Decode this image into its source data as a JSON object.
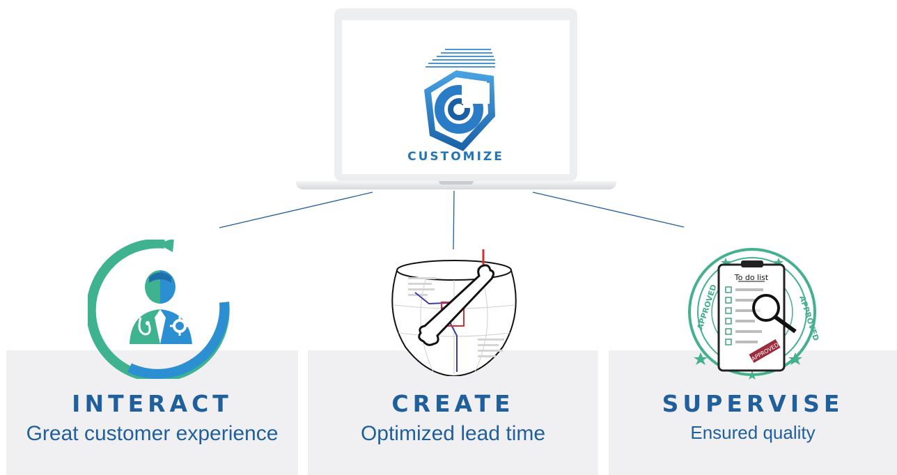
{
  "laptop": {
    "logo_text": "Customize",
    "logo_text_display": "CUSTOMIZE"
  },
  "panels": [
    {
      "title": "INTERACT",
      "subtitle": "Great customer experience"
    },
    {
      "title": "CREATE",
      "subtitle": "Optimized lead time"
    },
    {
      "title": "SUPERVISE",
      "subtitle": "Ensured quality"
    }
  ],
  "checklist": {
    "heading": "To do list",
    "stamp_label": "APPROVED",
    "ring_label": "APPROVED"
  },
  "colors": {
    "accent_blue": "#1f5f9c",
    "teal": "#3fb28f",
    "panel_bg": "#f0f0f2",
    "red": "#d32f2f"
  },
  "icons": [
    "customize-logo-icon",
    "doctor-engineer-icon",
    "bone-sphere-icon",
    "approved-checklist-icon"
  ]
}
